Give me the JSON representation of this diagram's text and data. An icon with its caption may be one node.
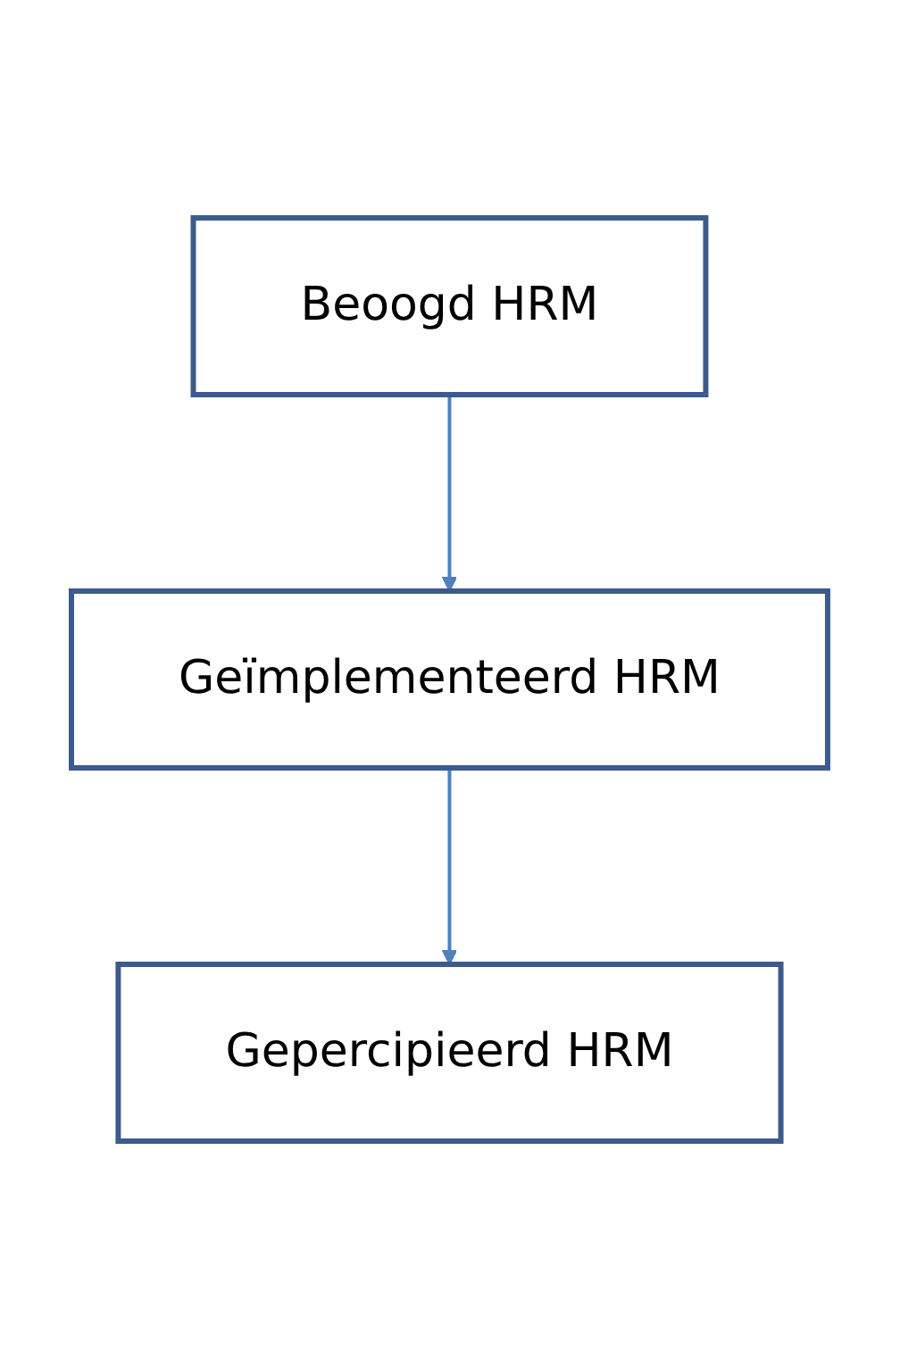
{
  "diagram": {
    "nodes": [
      {
        "text": [
          "Beoogd HRM"
        ]
      },
      {
        "text": [
          "Geïmplementeerd HRM"
        ]
      },
      {
        "text": [
          "Gepercipieerd HRM"
        ]
      }
    ],
    "edges": [
      {
        "from": 0,
        "to": 1,
        "arrow": "to"
      },
      {
        "from": 1,
        "to": 2,
        "arrow": "to"
      }
    ]
  }
}
